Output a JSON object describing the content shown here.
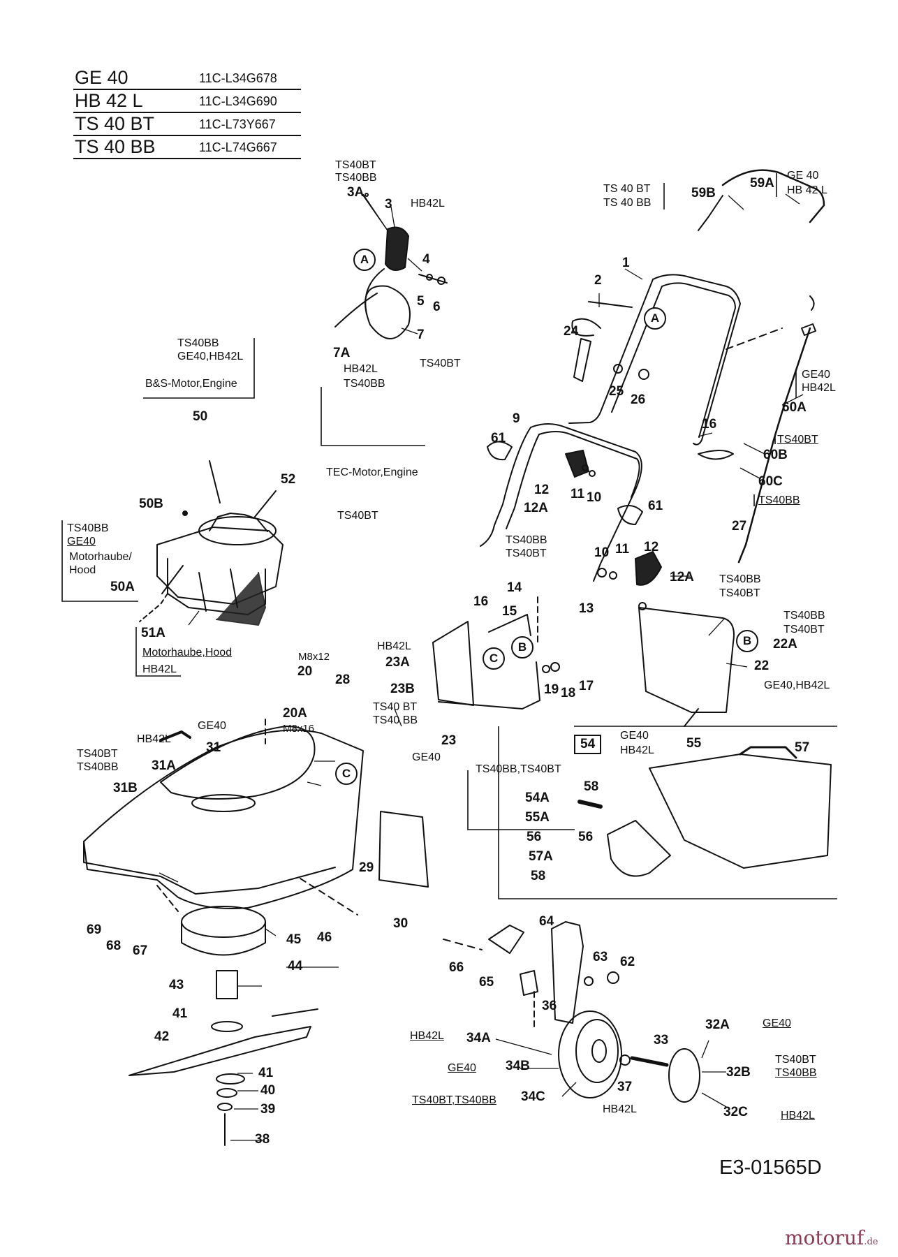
{
  "models": [
    {
      "name": "GE 40",
      "code": "11C-L34G678"
    },
    {
      "name": "HB 42 L",
      "code": "11C-L34G690"
    },
    {
      "name": "TS 40 BT",
      "code": "11C-L73Y667"
    },
    {
      "name": "TS 40 BB",
      "code": "11C-L74G667"
    }
  ],
  "drawing_code": "E3-01565D",
  "watermark": {
    "name": "motoruf",
    "tld": ".de"
  },
  "labels": {
    "l_ts40bt_3a": "TS40BT",
    "l_ts40bb_3a": "TS40BB",
    "n_3a": "3A",
    "n_3": "3",
    "l_hb42l_3": "HB42L",
    "n_4": "4",
    "n_5": "5",
    "n_6": "6",
    "n_7": "7",
    "n_7a": "7A",
    "l_hb42l_7a": "HB42L",
    "l_ts40bb_7a": "TS40BB",
    "l_ts40bt_7": "TS40BT",
    "l_ts40bt_59": "TS 40 BT",
    "l_ts40bb_59": "TS 40 BB",
    "n_59b": "59B",
    "n_59a": "59A",
    "l_ge40_59a": "GE 40",
    "l_hb42l_59a": "HB 42 L",
    "n_1": "1",
    "n_2": "2",
    "n_24": "24",
    "n_25": "25",
    "n_26": "26",
    "l_ge40_60a": "GE40",
    "l_hb42l_60a": "HB42L",
    "n_60a": "60A",
    "n_16a": "16",
    "l_ts40bt_60b": "TS40BT",
    "n_60b": "60B",
    "n_60c": "60C",
    "l_ts40bb_60c": "TS40BB",
    "n_27": "27",
    "n_9": "9",
    "n_61a": "61",
    "n_12a_top": "12",
    "n_12a_a": "12A",
    "n_11a": "11",
    "n_10a": "10",
    "n_61b": "61",
    "l_ts40bb_mid": "TS40BB",
    "l_ts40bt_mid": "TS40BT",
    "n_10b": "10",
    "n_11b": "11",
    "n_12b": "12",
    "n_12a_b": "12A",
    "l_ts40bb_12a": "TS40BB",
    "l_ts40bt_12a": "TS40BT",
    "l_ts40bb_eng": "TS40BB",
    "l_ge40hb42l_eng": "GE40,HB42L",
    "l_bs_motor": "B&S-Motor,Engine",
    "n_50": "50",
    "n_52": "52",
    "n_50b": "50B",
    "l_ts40bb_50a": "TS40BB",
    "l_ge40_50a": "GE40",
    "l_hood_50a_1": "Motorhaube/",
    "l_hood_50a_2": "Hood",
    "n_50a": "50A",
    "n_51a": "51A",
    "l_hood_51a": "Motorhaube,Hood",
    "l_hb42l_51a": "HB42L",
    "l_tec_motor": "TEC-Motor,Engine",
    "l_ts40bt_tec": "TS40BT",
    "n_14": "14",
    "n_16b": "16",
    "n_15": "15",
    "n_13": "13",
    "l_hb42l_23a": "HB42L",
    "n_23a": "23A",
    "n_23b": "23B",
    "l_ts40bt_23b": "TS40 BT",
    "l_ts40bb_23b": "TS40 BB",
    "n_23": "23",
    "l_ge40_23": "GE40",
    "n_19": "19",
    "n_18": "18",
    "n_17": "17",
    "l_ts40bb_22": "TS40BB",
    "l_ts40bt_22": "TS40BT",
    "n_22a": "22A",
    "n_22": "22",
    "l_ge40hb42l_22": "GE40,HB42L",
    "l_m8x12": "M8x12",
    "n_20": "20",
    "n_28": "28",
    "n_20a": "20A",
    "l_m8x16": "M8x16",
    "l_ge40_31": "GE40",
    "l_hb42l_31": "HB42L",
    "n_31": "31",
    "l_ts40bt_31": "TS40BT",
    "l_ts40bb_31": "TS40BB",
    "n_31a": "31A",
    "n_31b": "31B",
    "n_54": "54",
    "l_ge40_54": "GE40",
    "l_hb42l_54": "HB42L",
    "n_55": "55",
    "n_57": "57",
    "l_ts40bbbt_54": "TS40BB,TS40BT",
    "n_54a": "54A",
    "n_55a": "55A",
    "n_56l": "56",
    "n_57a": "57A",
    "n_58l": "58",
    "n_58": "58",
    "n_56": "56",
    "n_29": "29",
    "n_30": "30",
    "n_69": "69",
    "n_68": "68",
    "n_67": "67",
    "n_45": "45",
    "n_46": "46",
    "n_44": "44",
    "n_43": "43",
    "n_41a": "41",
    "n_42": "42",
    "n_41b": "41",
    "n_40": "40",
    "n_39": "39",
    "n_38": "38",
    "n_64": "64",
    "n_66": "66",
    "n_63": "63",
    "n_62": "62",
    "n_65": "65",
    "n_36": "36",
    "l_hb42l_34a": "HB42L",
    "n_34a": "34A",
    "l_ge40_34b": "GE40",
    "n_34b": "34B",
    "l_ts_34c": "TS40BT,TS40BB",
    "n_34c": "34C",
    "n_33": "33",
    "n_37": "37",
    "l_hb42l_37": "HB42L",
    "n_32a": "32A",
    "l_ge40_32a": "GE40",
    "n_32b": "32B",
    "l_ts40bt_32b": "TS40BT",
    "l_ts40bb_32b": "TS40BB",
    "n_32c": "32C",
    "l_hb42l_32c": "HB42L",
    "c_a1": "A",
    "c_a2": "A",
    "c_b1": "B",
    "c_b2": "B",
    "c_c1": "C",
    "c_c2": "C"
  }
}
